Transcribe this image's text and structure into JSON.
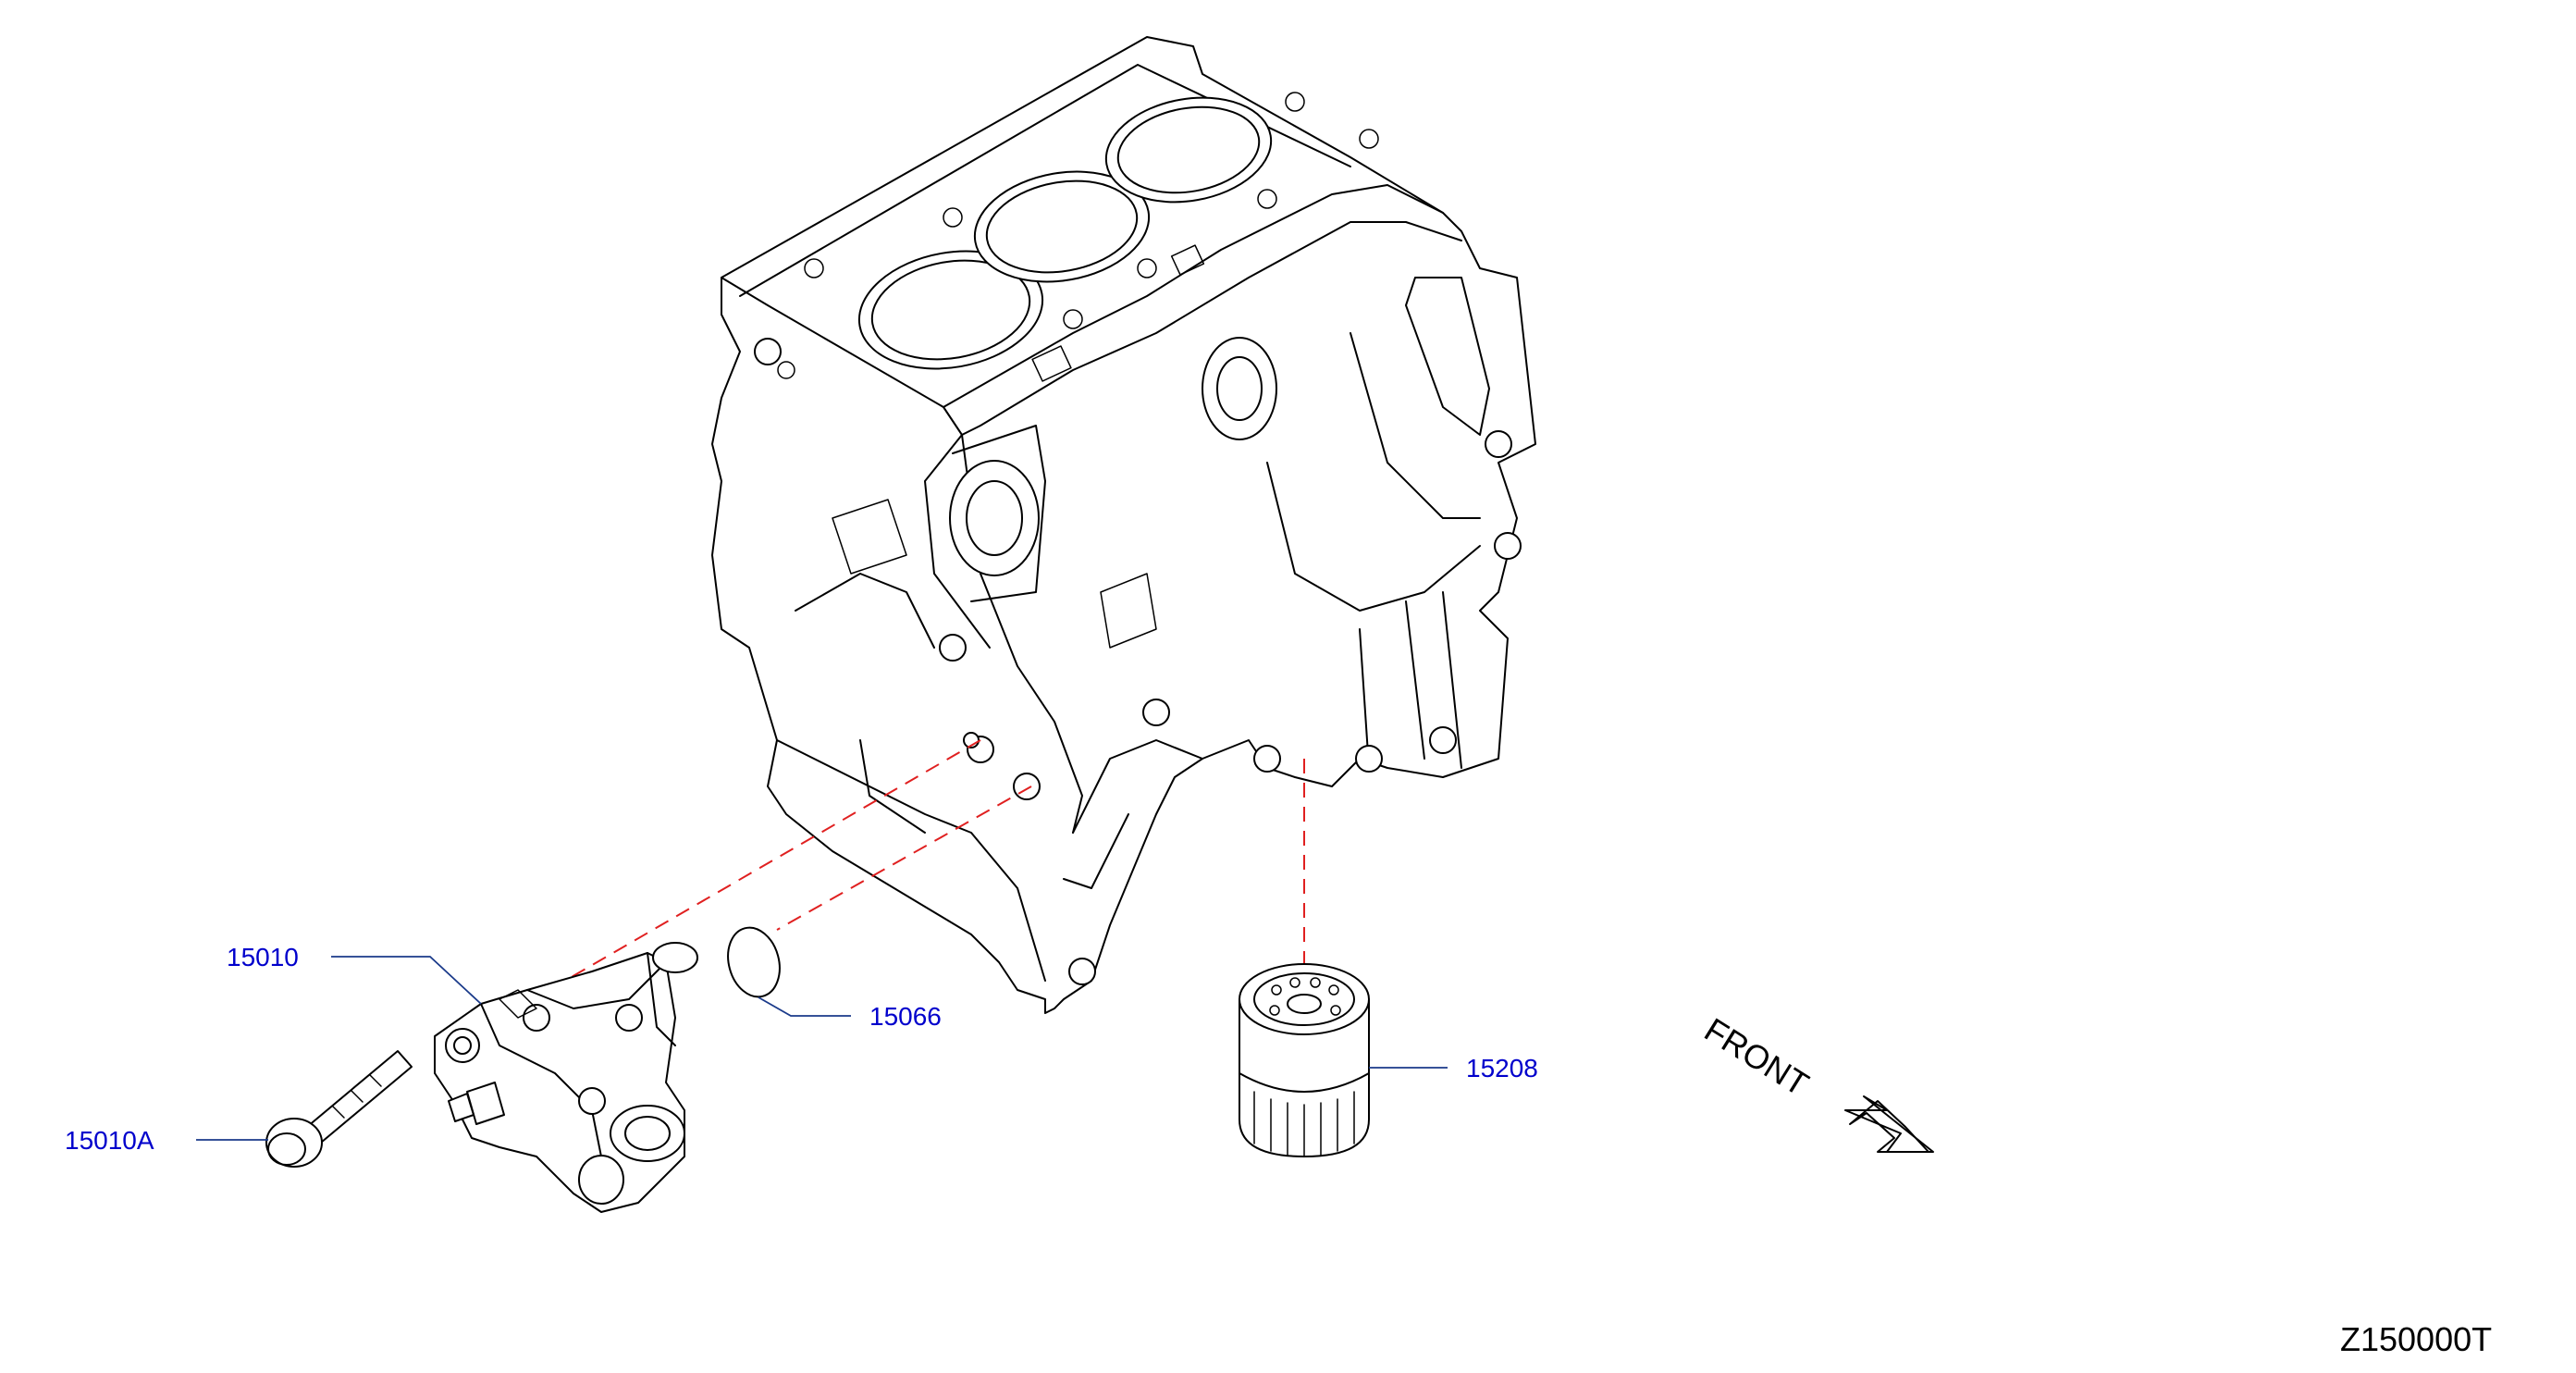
{
  "diagram": {
    "code": "Z150000T",
    "direction_label": "FRONT",
    "callouts": [
      {
        "id": "oil-pump",
        "label": "15010"
      },
      {
        "id": "oil-pump-bolt",
        "label": "15010A"
      },
      {
        "id": "o-ring",
        "label": "15066"
      },
      {
        "id": "oil-filter",
        "label": "15208"
      }
    ],
    "colors": {
      "callout_text": "#0000cc",
      "leader_line": "#1a3a8a",
      "assembly_dash": "#e02020",
      "linework": "#000000"
    }
  }
}
